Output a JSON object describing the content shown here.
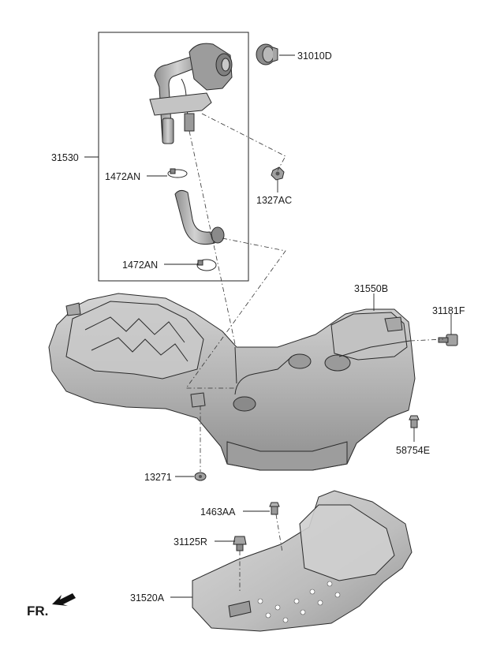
{
  "labels": {
    "filler_cap": "31010D",
    "filler_neck_assy": "31530",
    "clamp_upper": "1472AN",
    "clamp_lower": "1472AN",
    "nut_bracket": "1327AC",
    "fuel_tank": "31550B",
    "bolt_right": "31181F",
    "bolt_small": "58754E",
    "nut_tank": "13271",
    "bolt_shield": "1463AA",
    "bolt_heat_shield": "31125R",
    "heat_shield": "31520A"
  },
  "orientation": {
    "label": "FR.",
    "icon": "front-arrow-icon"
  },
  "colors": {
    "part_fill": "#b9b9b9",
    "part_dark": "#8a8a8a",
    "part_light": "#d8d8d8",
    "line": "#222222"
  }
}
